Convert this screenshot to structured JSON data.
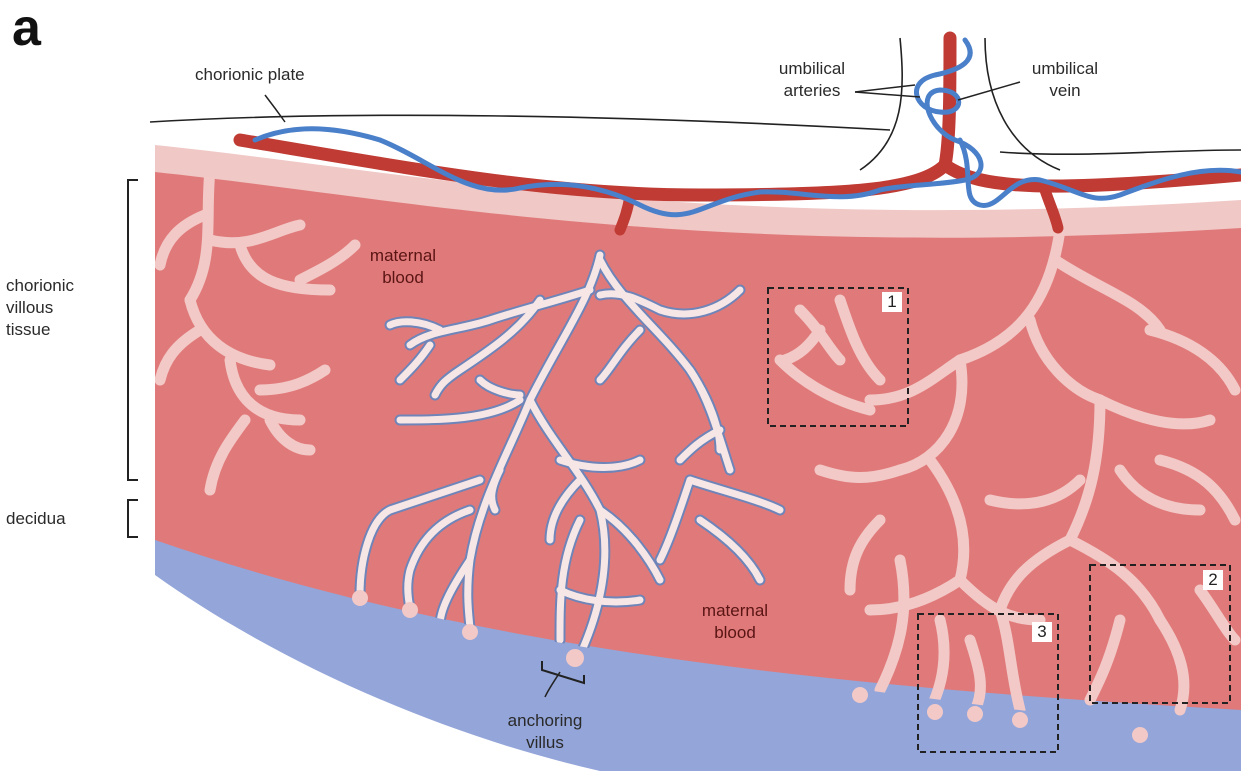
{
  "panel_label": "a",
  "labels": {
    "chorionic_plate": "chorionic plate",
    "umbilical_arteries": "umbilical\narteries",
    "umbilical_vein": "umbilical\nvein",
    "chorionic_villous_tissue": "chorionic\nvillous\ntissue",
    "decidua": "decidua",
    "maternal_blood_top": "maternal\nblood",
    "maternal_blood_bottom": "maternal\nblood",
    "anchoring_villus": "anchoring\nvillus"
  },
  "boxes": [
    "1",
    "2",
    "3"
  ],
  "colors": {
    "maternal_blood": "#e07a7a",
    "villi": "#f2c9c7",
    "plate_band": "#f0c8c6",
    "decidua": "#93a5d9",
    "artery": "#4a7fc9",
    "vein": "#bf3b33"
  }
}
